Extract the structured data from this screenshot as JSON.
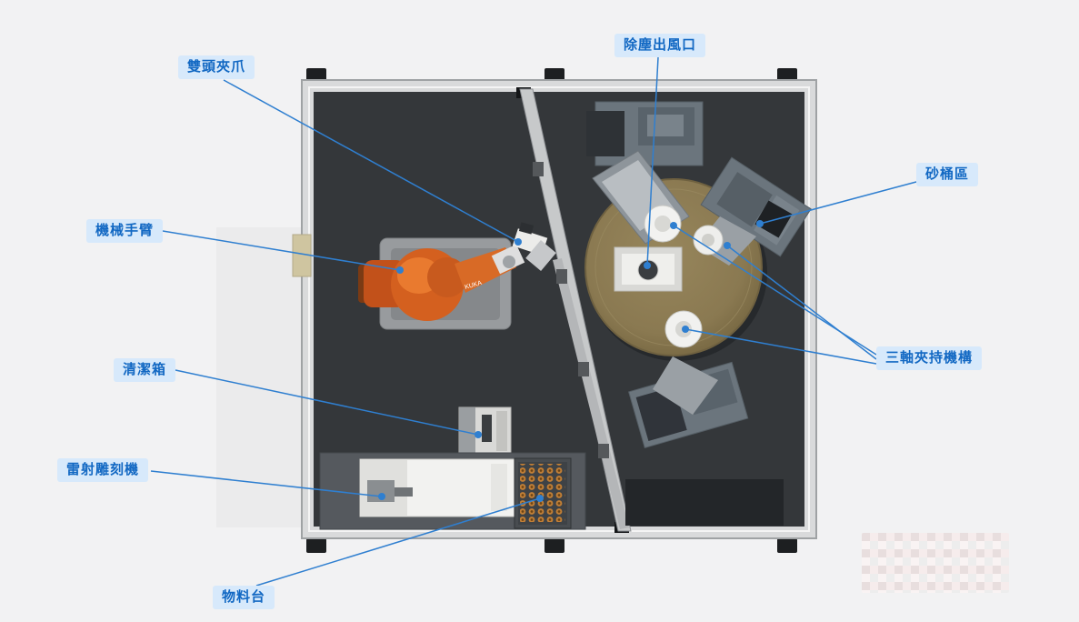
{
  "annotations": {
    "labels": [
      {
        "id": "double-head-gripper",
        "text": "雙頭夾爪"
      },
      {
        "id": "dust-outlet",
        "text": "除塵出風口"
      },
      {
        "id": "sand-bucket-area",
        "text": "砂桶區"
      },
      {
        "id": "robot-arm",
        "text": "機械手臂"
      },
      {
        "id": "three-axis-clamp",
        "text": "三軸夾持機構"
      },
      {
        "id": "cleaning-box",
        "text": "清潔箱"
      },
      {
        "id": "laser-engraver",
        "text": "雷射雕刻機"
      },
      {
        "id": "material-table",
        "text": "物料台"
      }
    ]
  },
  "machine": {
    "robot_brand": "KUKA"
  },
  "colors": {
    "accent": "#1268c3",
    "label-bg": "#d7e9fb",
    "line": "#2f7fd0",
    "bg": "#f2f2f3"
  }
}
